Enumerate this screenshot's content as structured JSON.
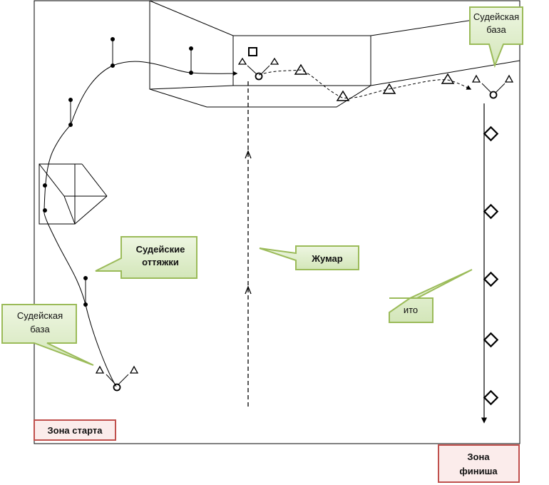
{
  "callouts": {
    "judge_base_top": {
      "line1": "Судейская",
      "line2": "база"
    },
    "judge_base_bottom": {
      "line1": "Судейская",
      "line2": "база"
    },
    "judge_guys": {
      "line1": "Судейские",
      "line2": "оттяжки"
    },
    "zhumar": {
      "label": "Жумар"
    },
    "ito": {
      "label": "ито"
    }
  },
  "zones": {
    "start": {
      "label": "Зона старта"
    },
    "finish": {
      "line1": "Зона",
      "line2": "финиша"
    }
  },
  "colors": {
    "callout_fill": "#dfeecb",
    "callout_border": "#9bbb59",
    "zone_fill": "#f2dcdb",
    "zone_border": "#c0504d",
    "line": "#000000"
  }
}
